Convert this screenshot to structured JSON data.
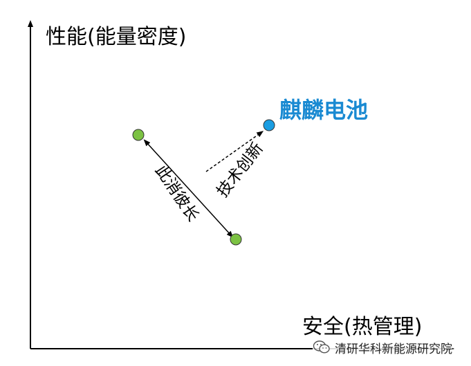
{
  "axes": {
    "y_label": "性能(能量密度)",
    "x_label": "安全(热管理)"
  },
  "points": {
    "kirin_label": "麒麟电池",
    "tradeoff_label": "此消彼长",
    "innovation_label": "技术创新"
  },
  "colors": {
    "green_point": "#7cc243",
    "blue_point": "#1a9de2",
    "kirin_text": "#1a8ad2"
  },
  "watermark": {
    "text": "清研华科新能源研究院",
    "icon": "wechat-icon"
  }
}
